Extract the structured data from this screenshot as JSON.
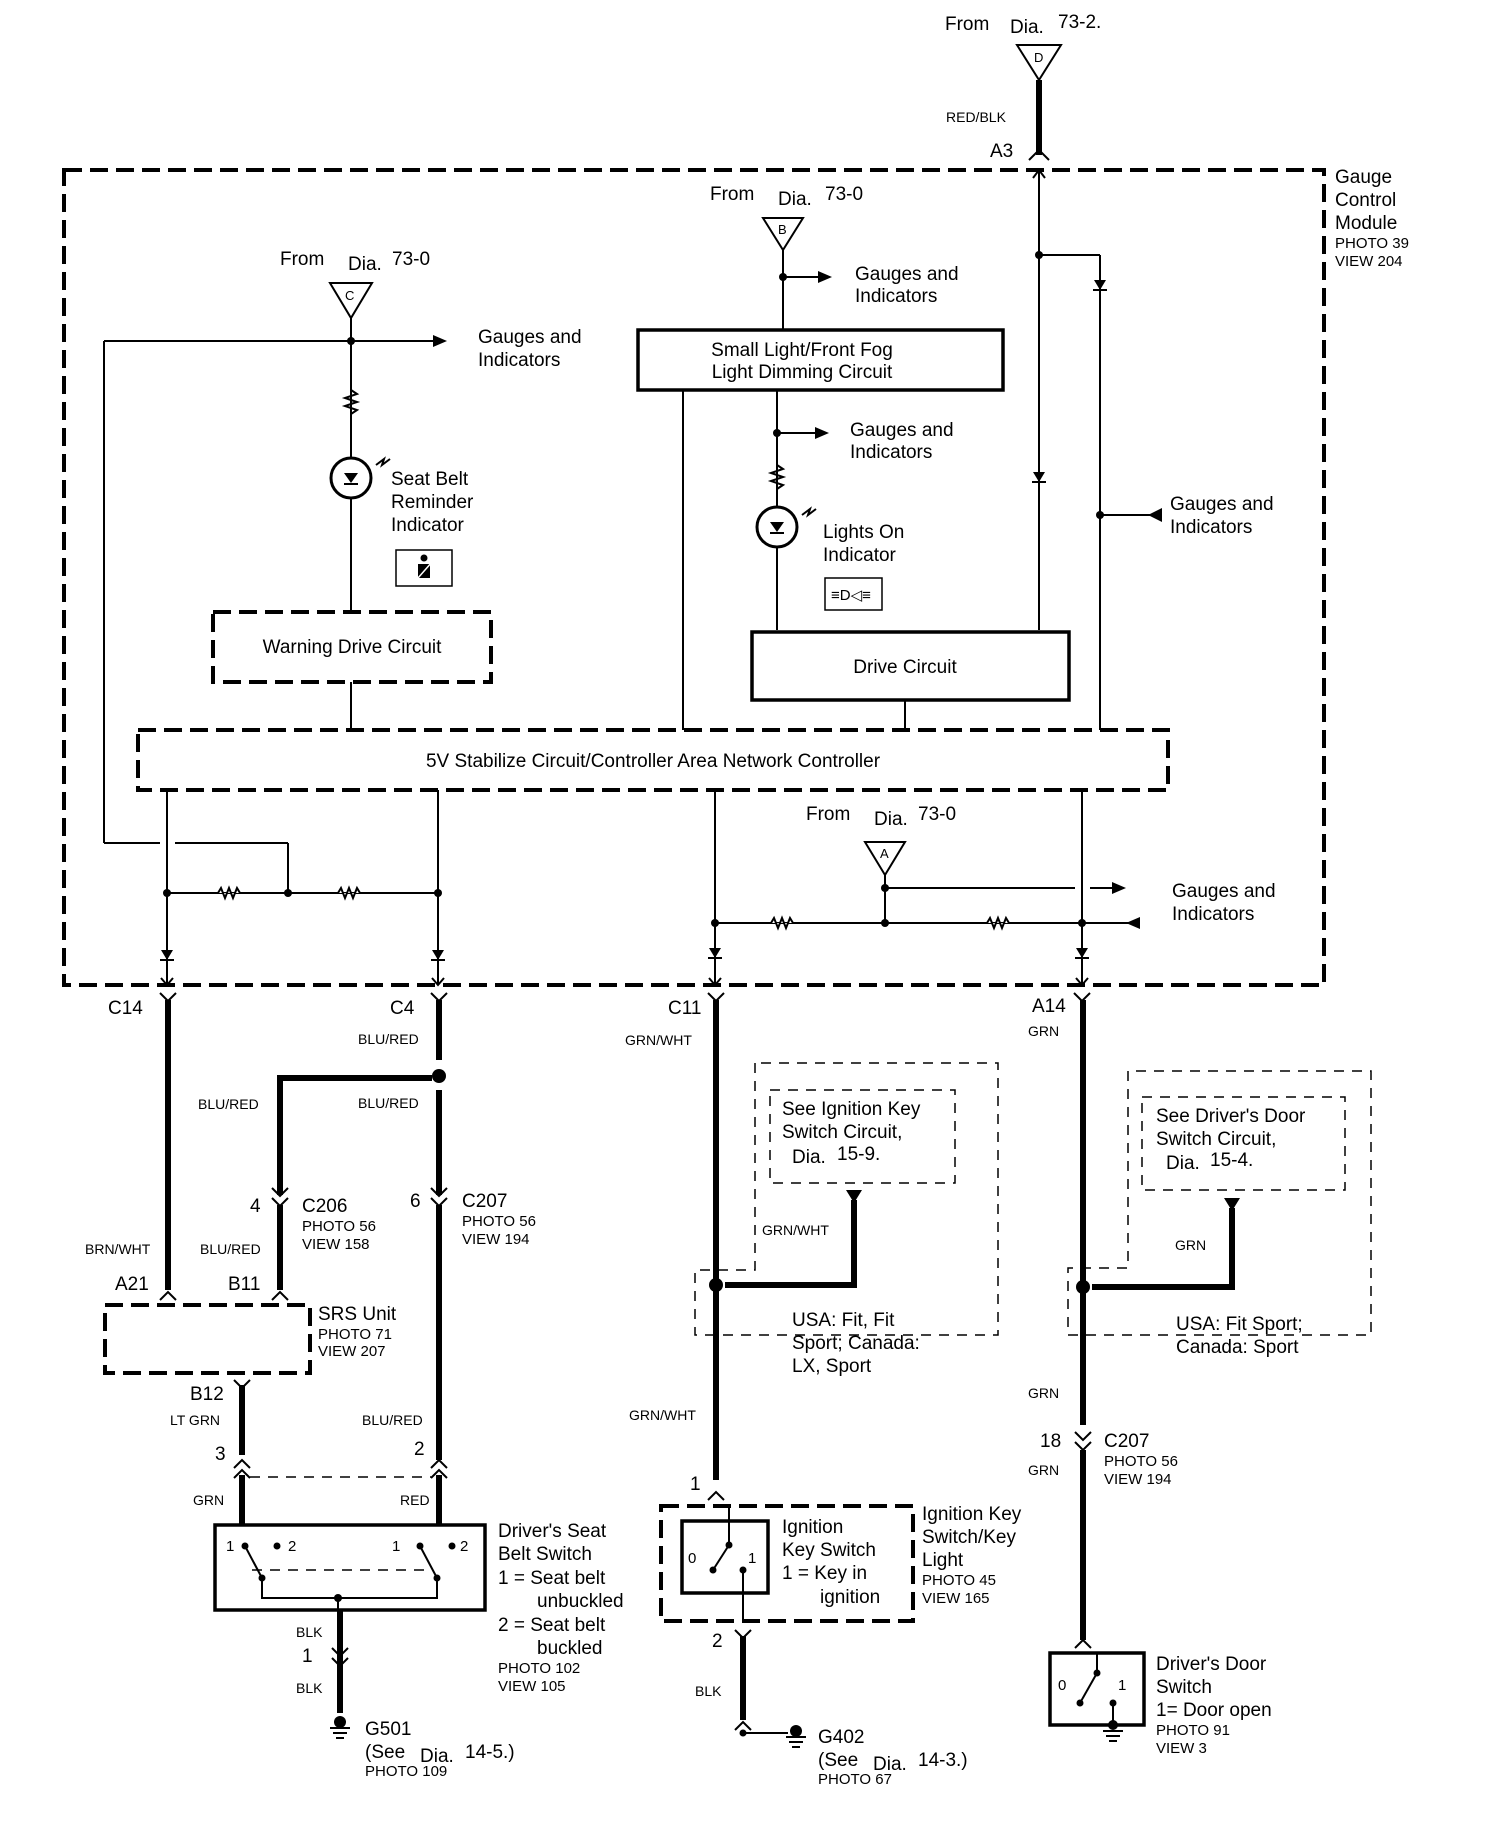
{
  "title": "Seat Belt Reminder / Gauge Control Module Wiring Diagram",
  "sources": {
    "D": {
      "from": "From",
      "dia": "Dia.",
      "ref": "73-2.",
      "letter": "D",
      "wire": "RED/BLK",
      "pin": "A3"
    },
    "B": {
      "from": "From",
      "dia": "Dia.",
      "ref": "73-0",
      "letter": "B"
    },
    "C": {
      "from": "From",
      "dia": "Dia.",
      "ref": "73-0",
      "letter": "C"
    },
    "A": {
      "from": "From",
      "dia": "Dia.",
      "ref": "73-0",
      "letter": "A"
    }
  },
  "gcm": {
    "name_l1": "Gauge",
    "name_l2": "Control",
    "name_l3": "Module",
    "photo": "PHOTO 39",
    "view": "VIEW 204"
  },
  "gauges_label_l1": "Gauges and",
  "gauges_label_l2": "Indicators",
  "blocks": {
    "small_light_l1": "Small Light/Front Fog",
    "small_light_l2": "Light Dimming Circuit",
    "warning_drive": "Warning Drive Circuit",
    "drive_circuit": "Drive Circuit",
    "stabilize": "5V Stabilize Circuit/Controller Area Network Controller"
  },
  "indicators": {
    "seat_belt_l1": "Seat Belt",
    "seat_belt_l2": "Reminder",
    "seat_belt_l3": "Indicator",
    "lights_on_l1": "Lights On",
    "lights_on_l2": "Indicator"
  },
  "pins": {
    "c14": "C14",
    "c4": "C4",
    "c11": "C11",
    "a14": "A14"
  },
  "wires": {
    "blu_red": "BLU/RED",
    "brn_wht": "BRN/WHT",
    "lt_grn": "LT GRN",
    "grn": "GRN",
    "red": "RED",
    "blk": "BLK",
    "grn_wht": "GRN/WHT"
  },
  "connectors": {
    "c206": {
      "name": "C206",
      "photo": "PHOTO 56",
      "view": "VIEW 158",
      "pin": "4"
    },
    "c207a": {
      "name": "C207",
      "photo": "PHOTO 56",
      "view": "VIEW 194",
      "pin": "6"
    },
    "c207b": {
      "name": "C207",
      "photo": "PHOTO 56",
      "view": "VIEW 194",
      "pin": "18"
    }
  },
  "srs": {
    "name": "SRS Unit",
    "photo": "PHOTO 71",
    "view": "VIEW 207",
    "pin_a21": "A21",
    "pin_b11": "B11",
    "pin_b12": "B12"
  },
  "seat_switch": {
    "pin3": "3",
    "pin2": "2",
    "pin1": "1",
    "name_l1": "Driver's Seat",
    "name_l2": "Belt Switch",
    "state1_l1": "1 = Seat belt",
    "state1_l2": "unbuckled",
    "state2_l1": "2 = Seat belt",
    "state2_l2": "buckled",
    "photo": "PHOTO 102",
    "view": "VIEW 105",
    "pos1": "1",
    "pos2": "2"
  },
  "ground_g501": {
    "name": "G501",
    "see": "(See",
    "dia": "Dia.",
    "ref": "14-5.)",
    "photo": "PHOTO 109"
  },
  "ignition_ref": {
    "l1": "See Ignition Key",
    "l2": "Switch Circuit,",
    "dia": "Dia.",
    "ref": "15-9.",
    "models_l1": "USA: Fit, Fit",
    "models_l2": "Sport; Canada:",
    "models_l3": "LX, Sport"
  },
  "ignition_switch": {
    "pin1": "1",
    "pin2": "2",
    "inner_l1": "Ignition",
    "inner_l2": "Key Switch",
    "inner_l3": "1 = Key in",
    "inner_l4": "ignition",
    "name_l1": "Ignition Key",
    "name_l2": "Switch/Key",
    "name_l3": "Light",
    "photo": "PHOTO 45",
    "view": "VIEW 165",
    "pos0": "0",
    "pos1": "1"
  },
  "ground_g402": {
    "name": "G402",
    "see": "(See",
    "dia": "Dia.",
    "ref": "14-3.)",
    "photo": "PHOTO 67"
  },
  "door_ref": {
    "l1": "See Driver's Door",
    "l2": "Switch Circuit,",
    "dia": "Dia.",
    "ref": "15-4.",
    "models_l1": "USA: Fit Sport;",
    "models_l2": "Canada: Sport"
  },
  "door_switch": {
    "name_l1": "Driver's Door",
    "name_l2": "Switch",
    "state": "1= Door open",
    "photo": "PHOTO 91",
    "view": "VIEW 3",
    "pos0": "0",
    "pos1": "1"
  }
}
